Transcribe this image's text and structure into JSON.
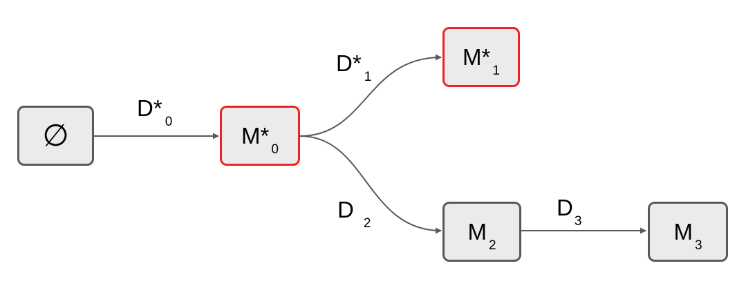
{
  "nodes": {
    "empty": {
      "symbol": "∅"
    },
    "m0": {
      "main": "M*",
      "sub": "0"
    },
    "m1": {
      "main": "M*",
      "sub": "1"
    },
    "m2": {
      "main": "M",
      "sub": "2"
    },
    "m3": {
      "main": "M",
      "sub": "3"
    }
  },
  "edges": {
    "d0": {
      "main": "D*",
      "sub": "0"
    },
    "d1": {
      "main": "D*",
      "sub": "1"
    },
    "d2": {
      "main": "D",
      "sub": "2"
    },
    "d3": {
      "main": "D",
      "sub": "3"
    }
  },
  "colors": {
    "node_fill": "#ebebeb",
    "node_border": "#595959",
    "highlight_border": "#ee2222",
    "edge": "#595959"
  }
}
